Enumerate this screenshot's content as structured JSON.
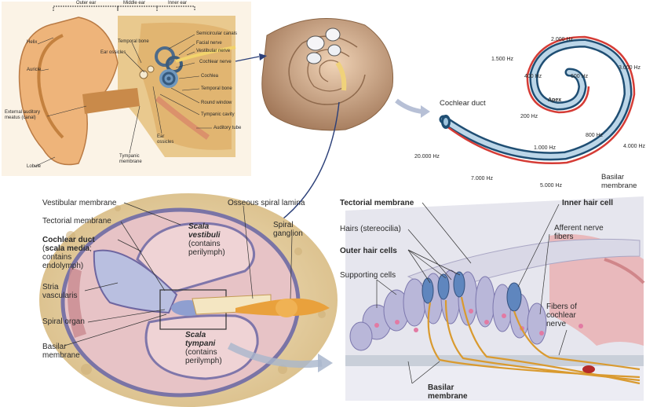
{
  "colors": {
    "ear_skin": "#e8a868",
    "bone": "#d9b15a",
    "shell": "#b58c6a",
    "cochlea_blue": "#5a8bbf",
    "basilar_red": "#d03a34",
    "membrane_purple": "#8f86b8",
    "perilymph_pink": "#efc8c8",
    "nerve_orange": "#e8a23a"
  },
  "ear_anatomy": {
    "region_outer": "Outer ear",
    "region_middle": "Middle ear",
    "region_inner": "Inner ear",
    "left_labels": [
      "Helix",
      "Auricle",
      "External auditory meatus (canal)",
      "Lobule"
    ],
    "right_labels": [
      "Semicircular canals",
      "Facial nerve",
      "Vestibular nerve",
      "Cochlear nerve",
      "Cochlea",
      "Temporal bone",
      "Round window",
      "Tympanic cavity",
      "Auditory tube"
    ],
    "inner_labels": [
      "Temporal bone",
      "Ear ossicles",
      "Ear ossicles",
      "Tympanic membrane"
    ]
  },
  "frequency_map": {
    "frequencies": [
      "2.000 Hz",
      "1.500 Hz",
      "3.000 Hz",
      "400 Hz",
      "600 Hz",
      "Apex",
      "200 Hz",
      "800 Hz",
      "4.000 Hz",
      "1.000 Hz",
      "20.000 Hz",
      "7.000 Hz",
      "5.000 Hz"
    ],
    "cochlear_duct": "Cochlear duct",
    "basilar_membrane": "Basilar membrane"
  },
  "cross_section": {
    "vestibular_membrane": "Vestibular membrane",
    "tectorial_membrane": "Tectorial membrane",
    "cochlear_duct_title": "Cochlear duct",
    "cochlear_duct_sub1": "(",
    "cochlear_duct_sub2": "scala media",
    "cochlear_duct_sub3": "; contains endolymph)",
    "stria": "Stria vascularis",
    "spiral_organ": "Spiral organ",
    "basilar": "Basilar membrane",
    "osseous": "Osseous spiral lamina",
    "scala_vestibuli": "Scala vestibuli",
    "scala_vestibuli_note": "(contains perilymph)",
    "spiral_ganglion": "Spiral ganglion",
    "scala_tympani": "Scala tympani",
    "scala_tympani_note": "(contains perilymph)"
  },
  "organ_of_corti": {
    "tectorial": "Tectorial membrane",
    "hairs": "Hairs (stereocilia)",
    "outer_hair_cells": "Outer hair cells",
    "supporting_cells": "Supporting cells",
    "inner_hair_cell": "Inner hair cell",
    "afferent": "Afferent nerve fibers",
    "fibers_cochlear": "Fibers of cochlear nerve",
    "basilar": "Basilar membrane"
  }
}
